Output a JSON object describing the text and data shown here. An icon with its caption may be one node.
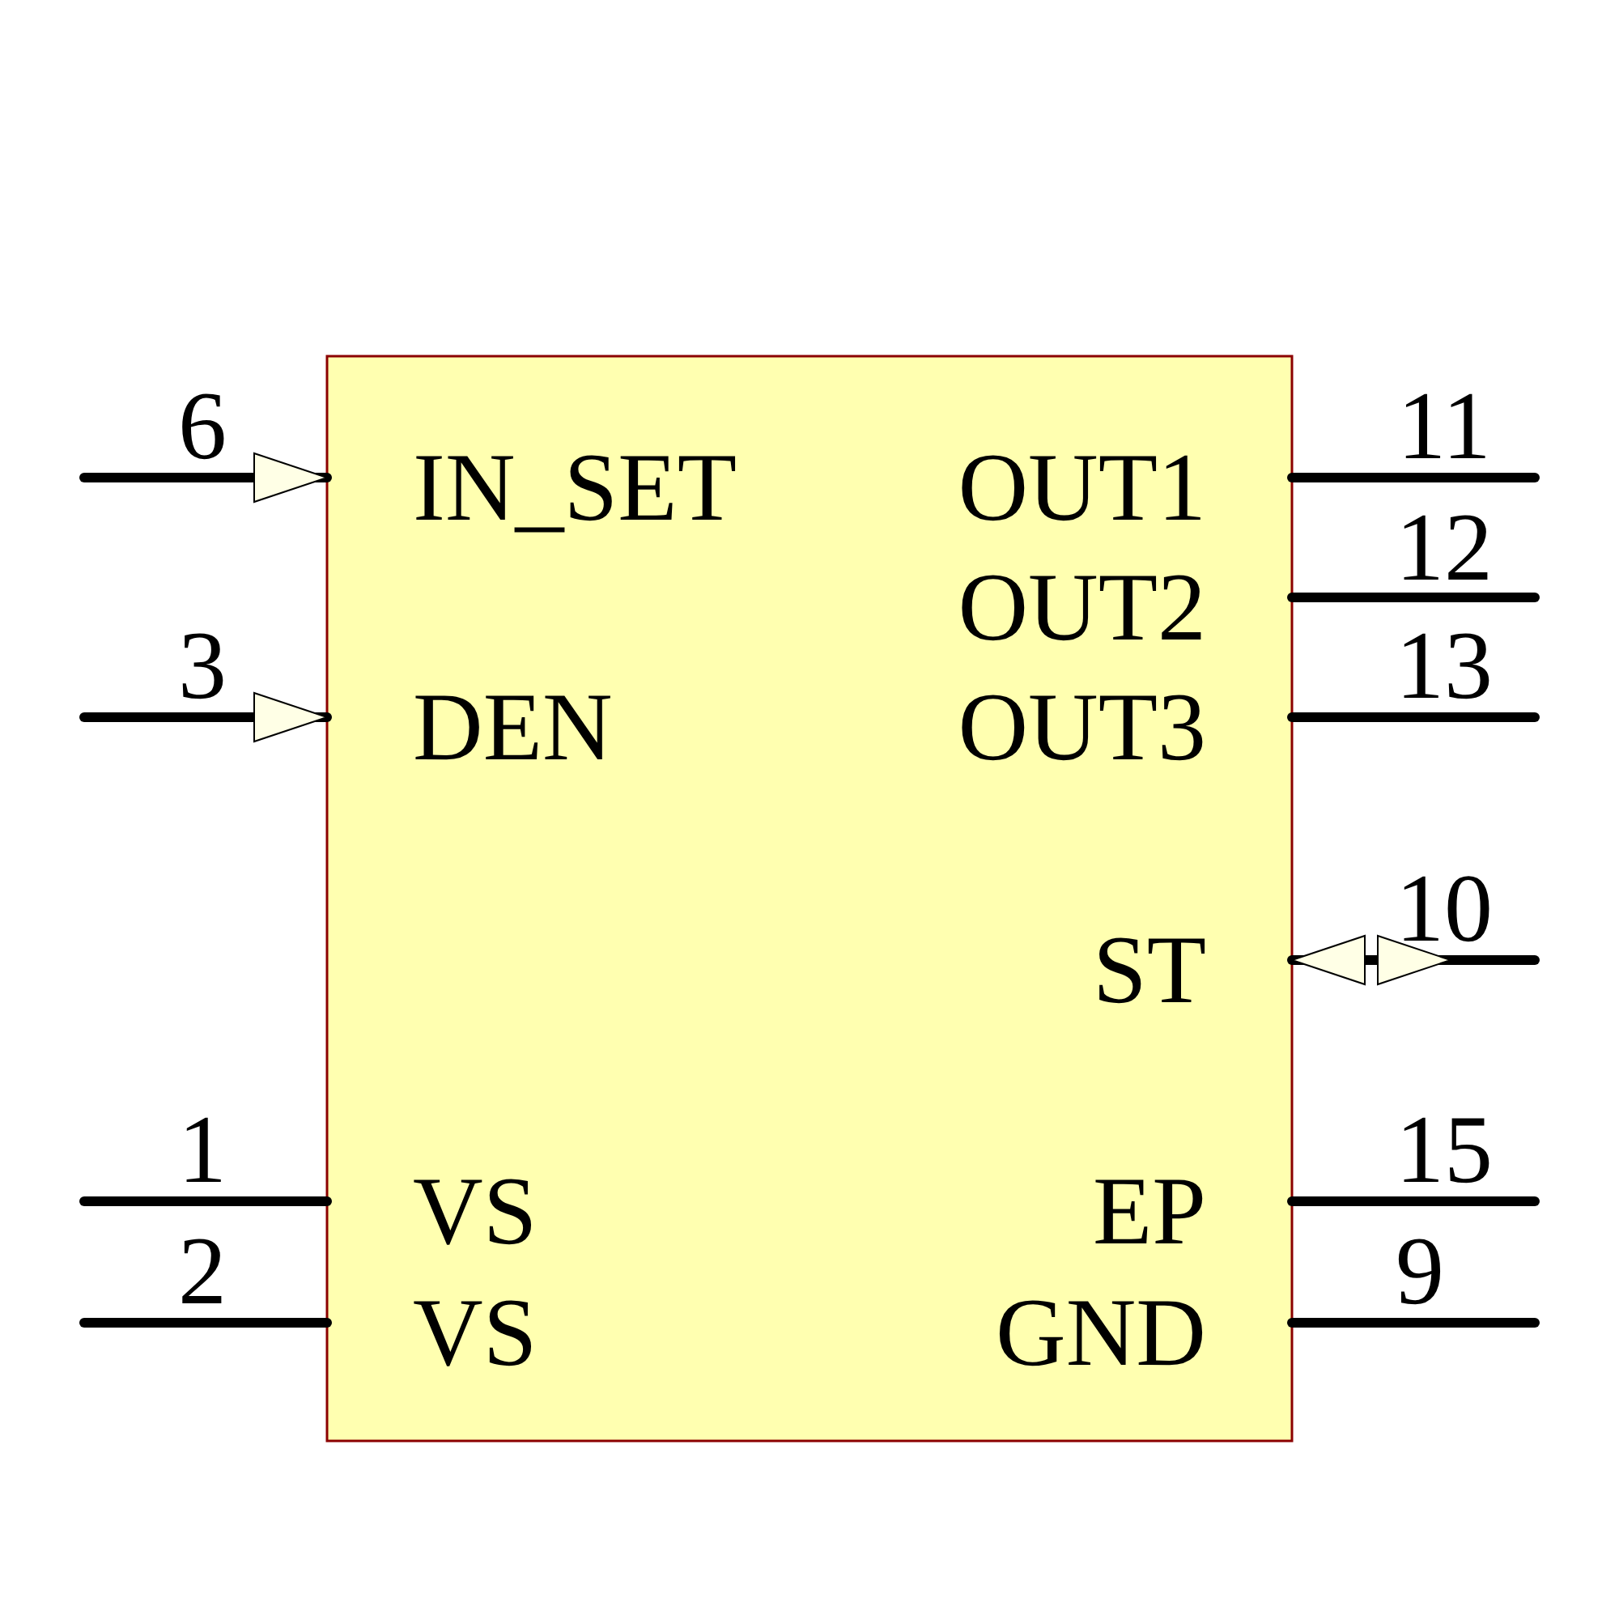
{
  "diagram": {
    "labels": [
      "6",
      "11",
      "IN_SET",
      "OUT1",
      "12",
      "OUT2",
      "3",
      "13",
      "DEN",
      "OUT3",
      "10",
      "ST",
      "1",
      "15",
      "VS",
      "EP",
      "2",
      "9",
      "VS",
      "GND"
    ]
  }
}
